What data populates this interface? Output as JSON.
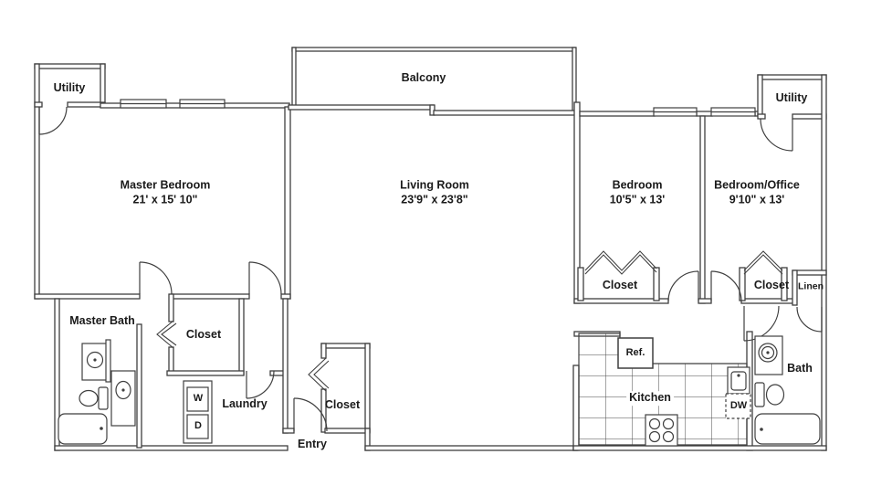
{
  "floor_plan": {
    "rooms": {
      "utility_left": {
        "label": "Utility"
      },
      "balcony": {
        "label": "Balcony"
      },
      "master_bedroom": {
        "label": "Master Bedroom",
        "dimensions": "21' x 15' 10\""
      },
      "living_room": {
        "label": "Living Room",
        "dimensions": "23'9\" x 23'8\""
      },
      "bedroom": {
        "label": "Bedroom",
        "dimensions": "10'5\" x 13'"
      },
      "bedroom_office": {
        "label": "Bedroom/Office",
        "dimensions": "9'10\" x 13'"
      },
      "utility_right": {
        "label": "Utility"
      },
      "master_bath": {
        "label": "Master Bath"
      },
      "master_closet": {
        "label": "Closet"
      },
      "laundry": {
        "label": "Laundry"
      },
      "entry_closet": {
        "label": "Closet"
      },
      "entry": {
        "label": "Entry"
      },
      "kitchen": {
        "label": "Kitchen"
      },
      "bath": {
        "label": "Bath"
      },
      "bedroom_closet": {
        "label": "Closet"
      },
      "office_closet": {
        "label": "Closet"
      },
      "linen_closet": {
        "label": "Linen"
      }
    },
    "appliances": {
      "washer": "W",
      "dryer": "D",
      "dishwasher": "DW",
      "refrigerator": "Ref."
    },
    "colors": {
      "wall": "#3f3f3f",
      "text": "#1a1a1a",
      "background": "#ffffff"
    }
  }
}
